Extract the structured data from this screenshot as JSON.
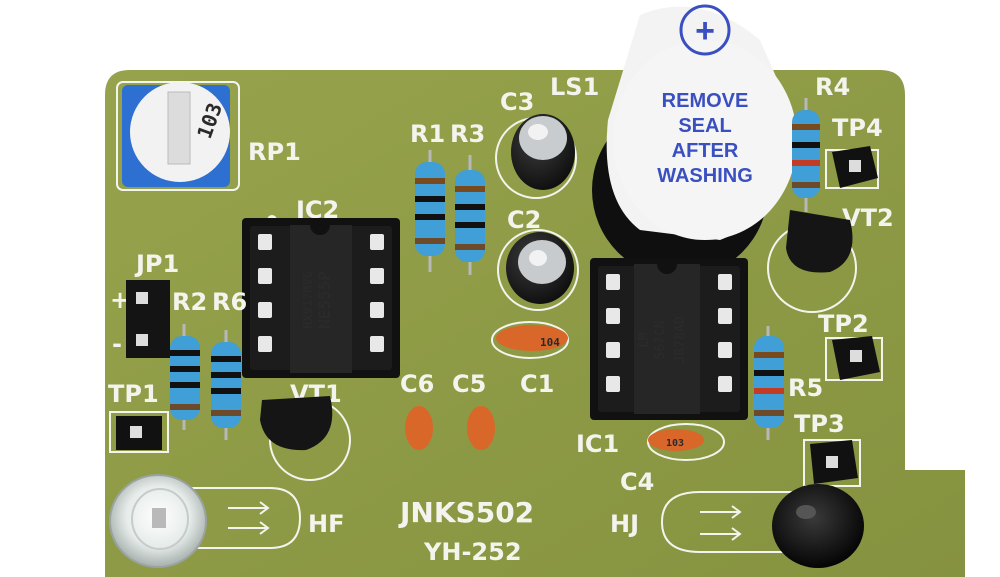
{
  "board": {
    "colors": {
      "pcb": "#8d9a45",
      "silkscreen": "#f4f4ee",
      "chip": "#1a1a1a",
      "resistor": "#3f9fd6",
      "capacitor_ceramic": "#d9672a",
      "seal": "#3a4fc0"
    },
    "labels": {
      "rp1": "RP1",
      "ic2": "IC2",
      "r1": "R1",
      "r3": "R3",
      "c3": "C3",
      "ls1": "LS1",
      "r4": "R4",
      "tp4": "TP4",
      "vt2": "VT2",
      "c2": "C2",
      "jp1": "JP1",
      "plus": "+",
      "minus": "-",
      "r2": "R2",
      "r6": "R6",
      "tp2": "TP2",
      "c1": "C1",
      "tp1": "TP1",
      "vt1": "VT1",
      "c6": "C6",
      "c5": "C5",
      "r5": "R5",
      "ic1": "IC1",
      "tp3": "TP3",
      "c4": "C4",
      "hf": "HF",
      "hj": "HJ",
      "model": "JNKS502",
      "code": "YH-252"
    },
    "buzzer_seal": [
      "REMOVE",
      "SEAL",
      "AFTER",
      "WASHING"
    ],
    "buzzer_plus": "+",
    "ic2_marking": [
      "NE555P",
      "HX917MVG"
    ],
    "ic1_marking": [
      "LM",
      "567CN",
      "JR78AD"
    ],
    "pot_marking": "103",
    "cap_marking_c1": "104",
    "cap_marking_c4": "103"
  }
}
